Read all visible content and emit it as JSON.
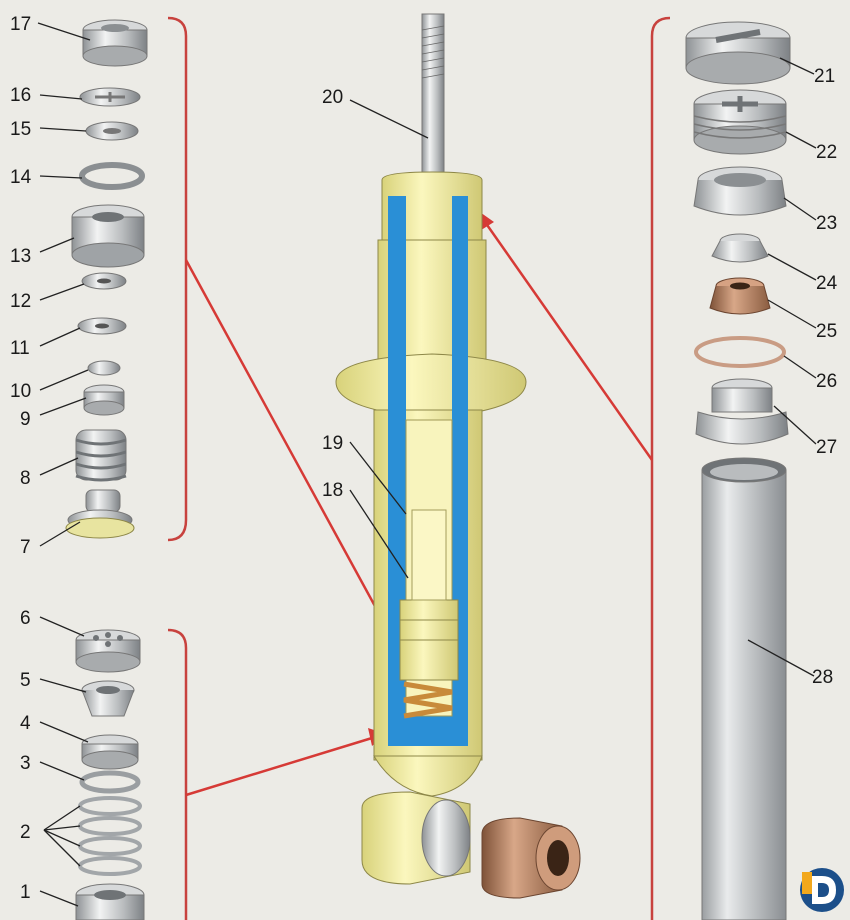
{
  "labels": {
    "l1": "1",
    "l2": "2",
    "l3": "3",
    "l4": "4",
    "l5": "5",
    "l6": "6",
    "l7": "7",
    "l8": "8",
    "l9": "9",
    "l10": "10",
    "l11": "11",
    "l12": "12",
    "l13": "13",
    "l14": "14",
    "l15": "15",
    "l16": "16",
    "l17": "17",
    "l18": "18",
    "l19": "19",
    "l20": "20",
    "l21": "21",
    "l22": "22",
    "l23": "23",
    "l24": "24",
    "l25": "25",
    "l26": "26",
    "l27": "27",
    "l28": "28"
  },
  "colors": {
    "bracket": "#c8423e",
    "arrow": "#d63a36",
    "body": "#f3efa3",
    "fluid": "#2a8fd6",
    "metal": "#c5c7c9",
    "bronze": "#b07a5c",
    "leader": "#222222"
  },
  "logo": {
    "icon": "brand-d-logo-icon"
  }
}
